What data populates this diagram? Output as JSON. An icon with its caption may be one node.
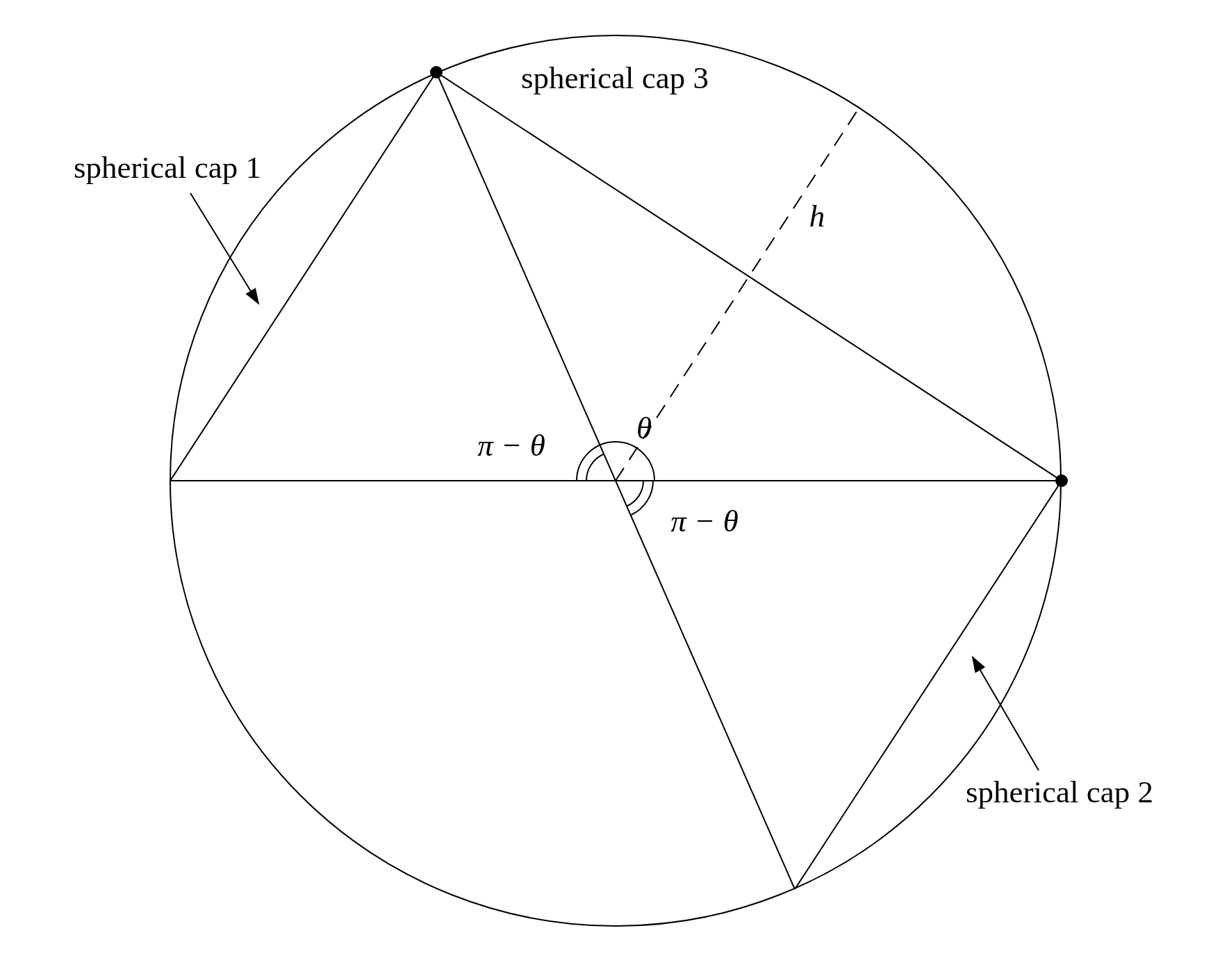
{
  "diagram": {
    "nodes": [
      {
        "text": [
          "spherical cap 1"
        ]
      },
      {
        "text": [
          "spherical cap 2"
        ]
      }
    ],
    "edges": [
      {
        "from": 0,
        "to": null,
        "arrow": "to"
      },
      {
        "from": 1,
        "to": null,
        "arrow": "to"
      }
    ],
    "labels": [
      "spherical cap 3",
      "h",
      "θ",
      "π − θ",
      "π − θ"
    ]
  }
}
